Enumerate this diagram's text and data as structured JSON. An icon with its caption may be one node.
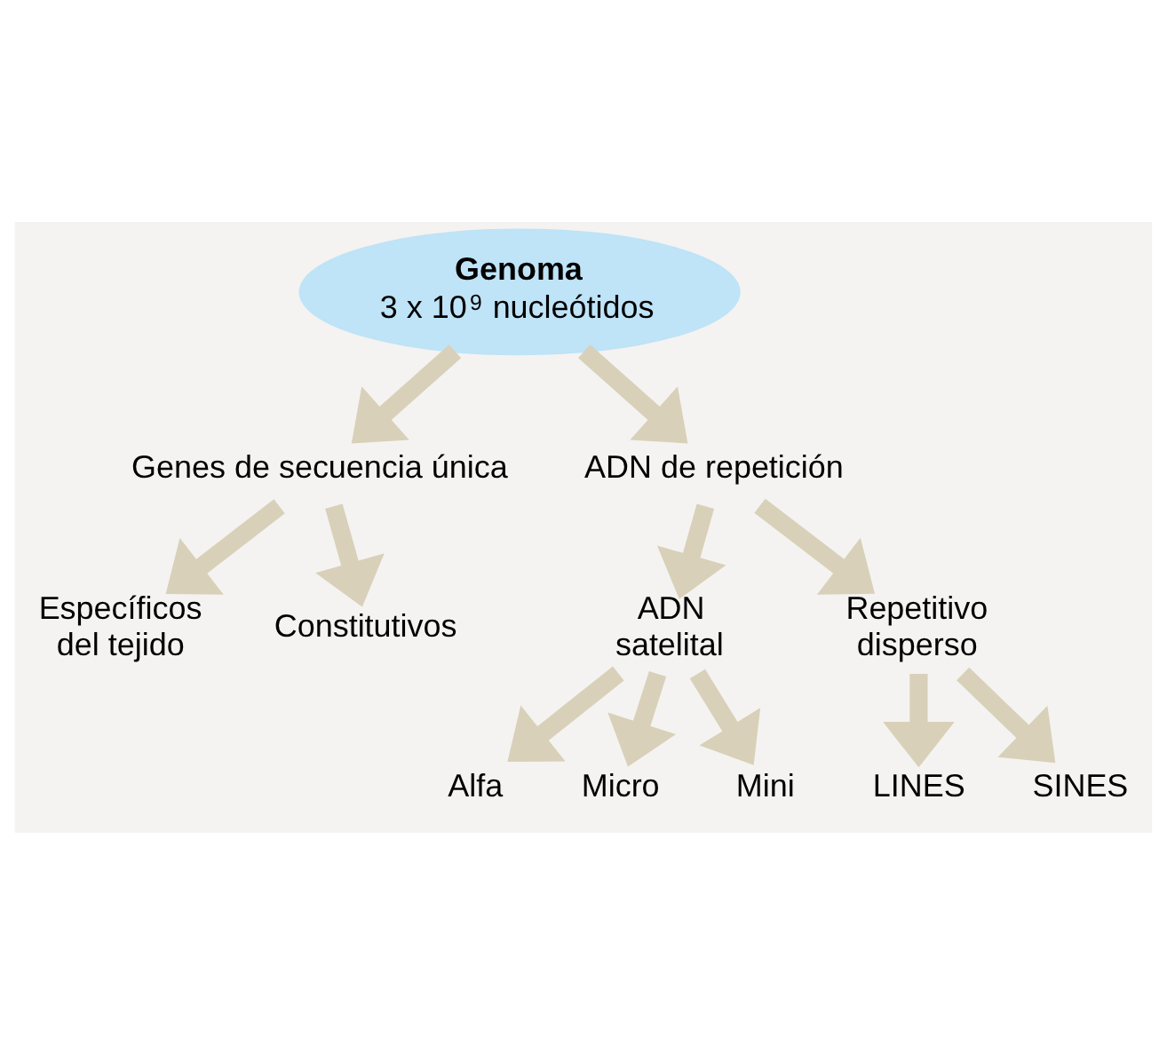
{
  "diagram": {
    "nodes": [
      {
        "text": [
          "Genoma",
          "3 x 10$^{9}$ nucleótidos"
        ]
      },
      {
        "text": [
          "Genes de secuencia única"
        ]
      },
      {
        "text": [
          "ADN de repetición"
        ]
      },
      {
        "text": [
          "Específicos del tejido"
        ]
      },
      {
        "text": [
          "Constitutivos"
        ]
      },
      {
        "text": [
          "ADN satelital"
        ]
      },
      {
        "text": [
          "Repetitivo disperso"
        ]
      },
      {
        "text": [
          "Alfa"
        ]
      },
      {
        "text": [
          "Micro"
        ]
      },
      {
        "text": [
          "Mini"
        ]
      },
      {
        "text": [
          "LINES"
        ]
      },
      {
        "text": [
          "SINES"
        ]
      }
    ],
    "edges": [
      {
        "from": 0,
        "to": 1,
        "arrow": "to"
      },
      {
        "from": 0,
        "to": 2,
        "arrow": "to"
      },
      {
        "from": 1,
        "to": 3,
        "arrow": "to"
      },
      {
        "from": 1,
        "to": 4,
        "arrow": "to"
      },
      {
        "from": 2,
        "to": 5,
        "arrow": "to"
      },
      {
        "from": 2,
        "to": 6,
        "arrow": "to"
      },
      {
        "from": 5,
        "to": 7,
        "arrow": "to"
      },
      {
        "from": 5,
        "to": 8,
        "arrow": "to"
      },
      {
        "from": 5,
        "to": 9,
        "arrow": "to"
      },
      {
        "from": 6,
        "to": 10,
        "arrow": "to"
      },
      {
        "from": 6,
        "to": 11,
        "arrow": "to"
      }
    ]
  }
}
